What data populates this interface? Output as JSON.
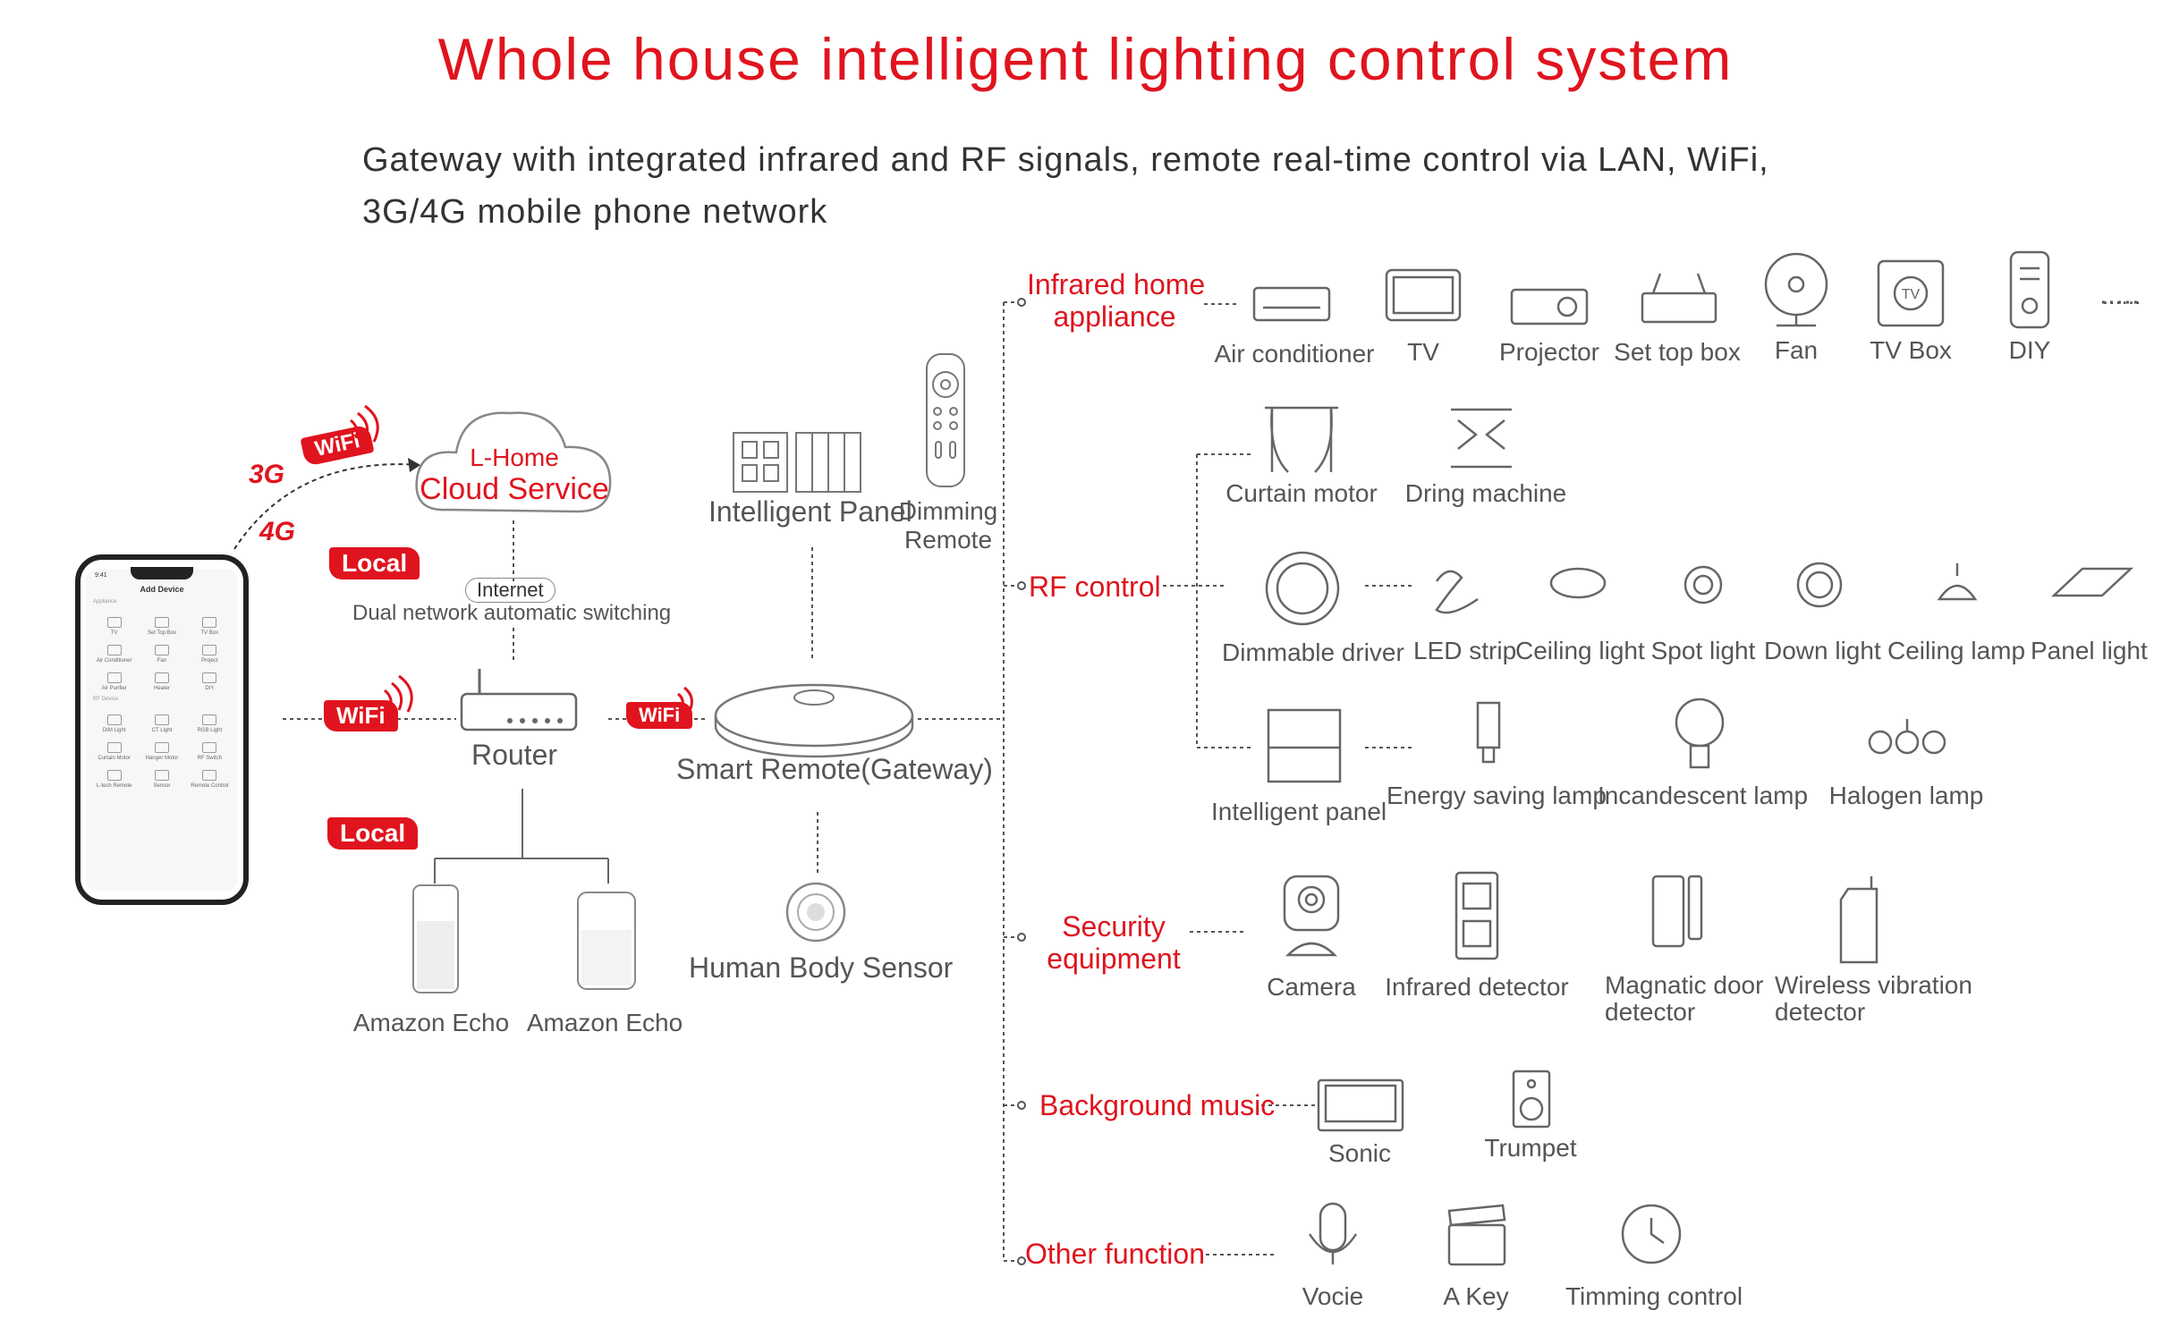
{
  "title": "Whole house intelligent lighting control system",
  "subtitle": {
    "line1": "Gateway with integrated infrared and RF signals, remote real-time control via LAN, WiFi,",
    "line2": "3G/4G mobile phone network"
  },
  "network": {
    "g3": "3G",
    "g4": "4G",
    "wifi": "WiFi",
    "cloud_line1": "L-Home",
    "cloud_line2": "Cloud Service",
    "local": "Local",
    "internet": "Internet",
    "dual": "Dual network automatic switching",
    "router": "Router",
    "gateway": "Smart Remote(Gateway)",
    "panel": "Intelligent Panel",
    "dimming_remote_1": "Dimming",
    "dimming_remote_2": "Remote",
    "sensor": "Human Body Sensor",
    "echo1": "Amazon Echo",
    "echo2": "Amazon Echo"
  },
  "phone": {
    "time": "9:41",
    "header": "Add Device",
    "section1": "Appliance",
    "row1": [
      "TV",
      "Set Top Box",
      "TV Box"
    ],
    "row2": [
      "Air Conditioner",
      "Fan",
      "Project"
    ],
    "row3": [
      "Air Purifier",
      "Heater",
      "DIY"
    ],
    "section2": "RF Device",
    "row4": [
      "DIM Light",
      "CT Light",
      "RGB Light"
    ],
    "row5": [
      "Curtain Motor",
      "Hanger Motor",
      "RF Switch"
    ],
    "row6": [
      "L-tech Remote",
      "Sensor",
      "Remote Control"
    ]
  },
  "categories": {
    "infrared_1": "Infrared home",
    "infrared_2": "appliance",
    "rf": "RF control",
    "security_1": "Security",
    "security_2": "equipment",
    "music": "Background music",
    "other": "Other function"
  },
  "infrared_items": [
    "Air conditioner",
    "TV",
    "Projector",
    "Set top box",
    "Fan",
    "TV Box",
    "DIY"
  ],
  "ellipsis": "......",
  "rf_row1": [
    "Curtain motor",
    "Dring machine"
  ],
  "rf_row2": [
    "Dimmable driver",
    "LED strip",
    "Ceiling light",
    "Spot light",
    "Down light",
    "Ceiling lamp",
    "Panel light"
  ],
  "rf_row3": [
    "Intelligent panel",
    "Energy saving lamp",
    "Incandescent lamp",
    "Halogen lamp"
  ],
  "security_items": [
    "Camera",
    "Infrared detector",
    "Magnatic door",
    "detector",
    "Wireless vibration",
    "detector"
  ],
  "music_items": [
    "Sonic",
    "Trumpet"
  ],
  "other_items": [
    "Vocie",
    "A Key",
    "Timming control"
  ],
  "colors": {
    "accent": "#e0141e",
    "text": "#444444",
    "line": "#666666"
  }
}
